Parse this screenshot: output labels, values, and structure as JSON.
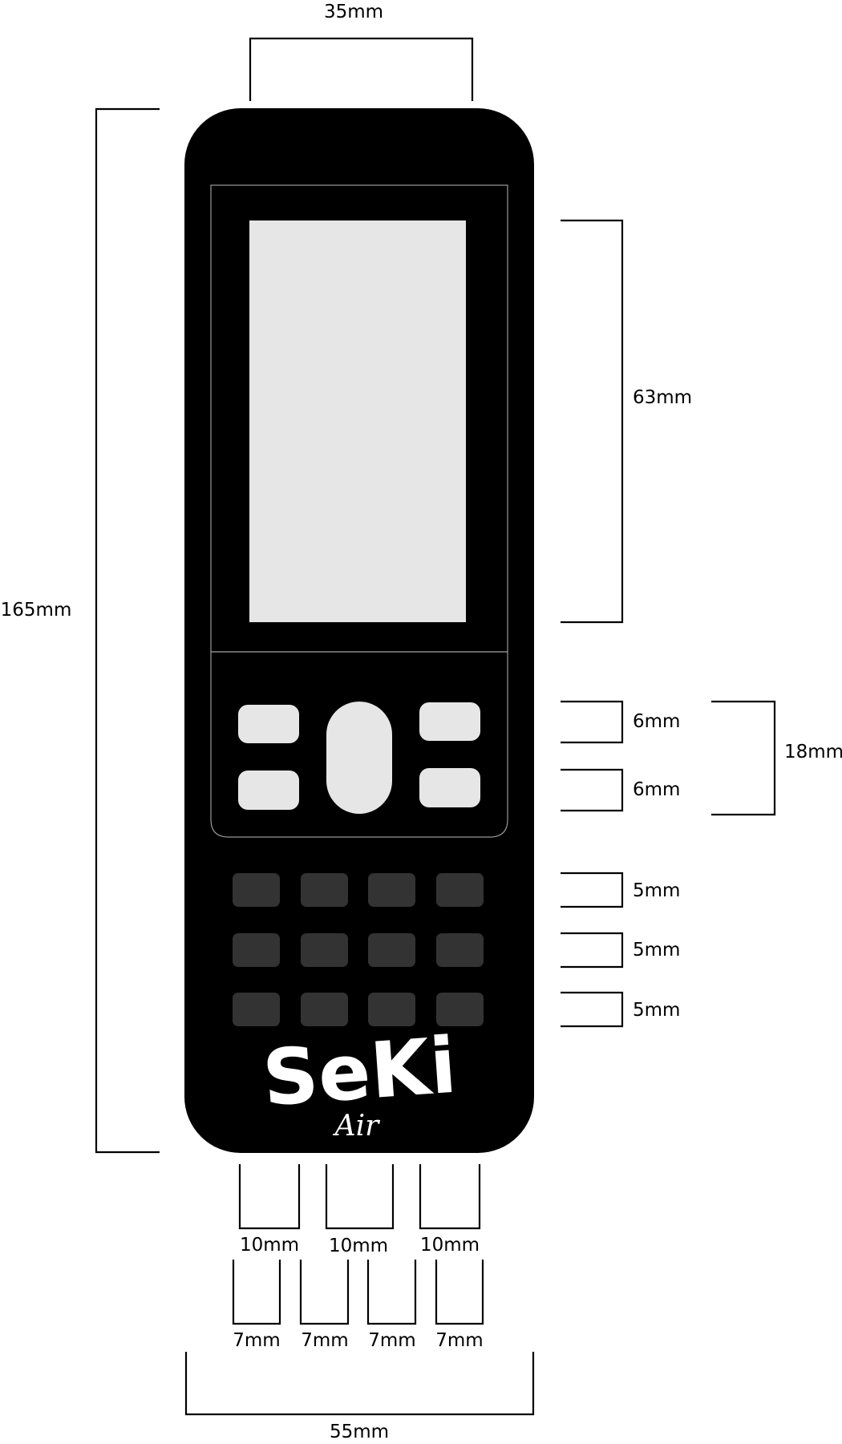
{
  "brand": {
    "logo": "SeKi",
    "model": "Air"
  },
  "dimensions": {
    "top_width": "35mm",
    "overall_height": "165mm",
    "screen_height": "63mm",
    "button_row_1": "6mm",
    "button_row_2": "6mm",
    "button_group": "18mm",
    "key_row_1": "5mm",
    "key_row_2": "5mm",
    "key_row_3": "5mm",
    "button_width_1": "10mm",
    "button_width_2": "10mm",
    "button_width_3": "10mm",
    "key_width_1": "7mm",
    "key_width_2": "7mm",
    "key_width_3": "7mm",
    "key_width_4": "7mm",
    "overall_width": "55mm"
  },
  "colors": {
    "body": "#000000",
    "screen": "#e6e6e6",
    "button": "#e6e6e6",
    "key": "#333333"
  }
}
